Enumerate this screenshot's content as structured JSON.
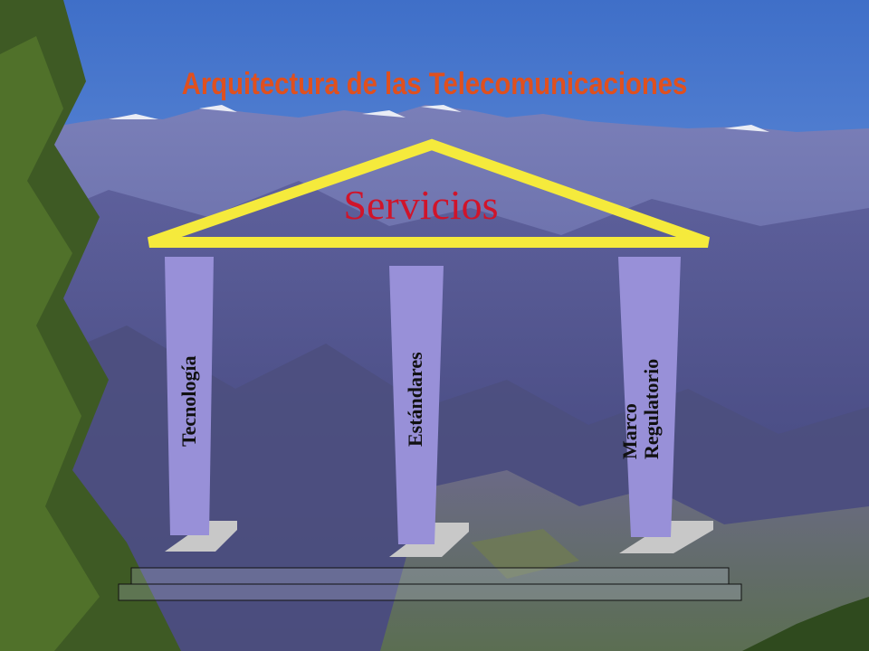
{
  "title": "Arquitectura de las Telecomunicaciones",
  "roof": {
    "label": "Servicios"
  },
  "pillars": [
    {
      "label": "Tecnología"
    },
    {
      "label": "Estándares"
    },
    {
      "label": "Marco\nRegulatorio"
    }
  ],
  "colors": {
    "title": "#e0501e",
    "roof_outline": "#f5ea3c",
    "roof_label": "#d0142a",
    "pillar_fill": "#9890d8",
    "pillar_base": "#c8c8c8",
    "foundation_outline": "#111111"
  }
}
